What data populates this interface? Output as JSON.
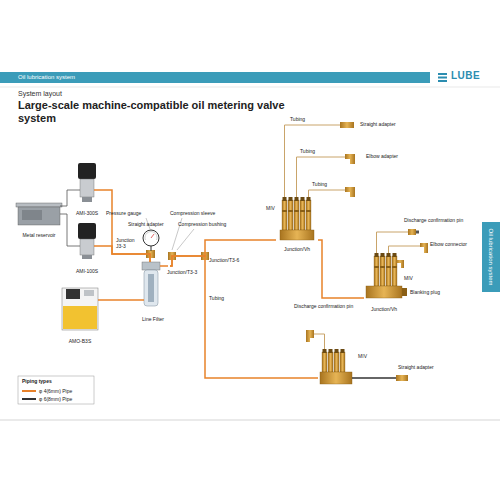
{
  "diagram": {
    "title": "Large-scale machine-compatible oil metering valve system",
    "nodes": [
      {
        "text": [
          "Oil lubrication system"
        ]
      },
      {
        "text": [
          "Oil lubrication system"
        ]
      },
      {
        "text": [
          "Metal reservoir"
        ]
      },
      {
        "text": [
          "AMI-300S"
        ]
      },
      {
        "text": [
          "AMI-100S"
        ]
      },
      {
        "text": [
          "AMO-B3S"
        ]
      },
      {
        "text": [
          "Line Filter"
        ]
      },
      {
        "text": [
          "Junction/Vh"
        ]
      },
      {
        "text": [
          "Junction/Vh"
        ]
      },
      {
        "text": [
          "MIV"
        ]
      }
    ],
    "edges": [
      {
        "from": 2,
        "to": 3,
        "arrow": "none"
      },
      {
        "from": 2,
        "to": 4,
        "arrow": "none"
      },
      {
        "from": 3,
        "to": 6,
        "arrow": "none"
      },
      {
        "from": 4,
        "to": 6,
        "arrow": "none"
      },
      {
        "from": 5,
        "to": 6,
        "arrow": "none"
      },
      {
        "from": 6,
        "to": 7,
        "arrow": "none"
      },
      {
        "from": 7,
        "to": 8,
        "arrow": "none"
      },
      {
        "from": 6,
        "to": 9,
        "arrow": "none"
      }
    ],
    "labels": [
      "LUBE",
      "System layout",
      "Pressure gauge",
      "Straight adapter",
      "Compression sleeve",
      "Compression bushing",
      "Junction J3-3",
      "Junction/T3-3",
      "Junction/T3-6",
      "Tubing",
      "Tubing",
      "Tubing",
      "Tubing",
      "Straight adapter",
      "Elbow adapter",
      "MIV",
      "Discharge confirmation pin",
      "Elbow connector",
      "Discharge confirmation pin",
      "MIV",
      "Blanking plug",
      "Straight adapter",
      "Piping types"
    ],
    "legend": [
      {
        "text": "φ 4(6mm) Pipe",
        "color": "#e8822a"
      },
      {
        "text": "φ 6(8mm) Pipe",
        "color": "#333333"
      }
    ]
  }
}
